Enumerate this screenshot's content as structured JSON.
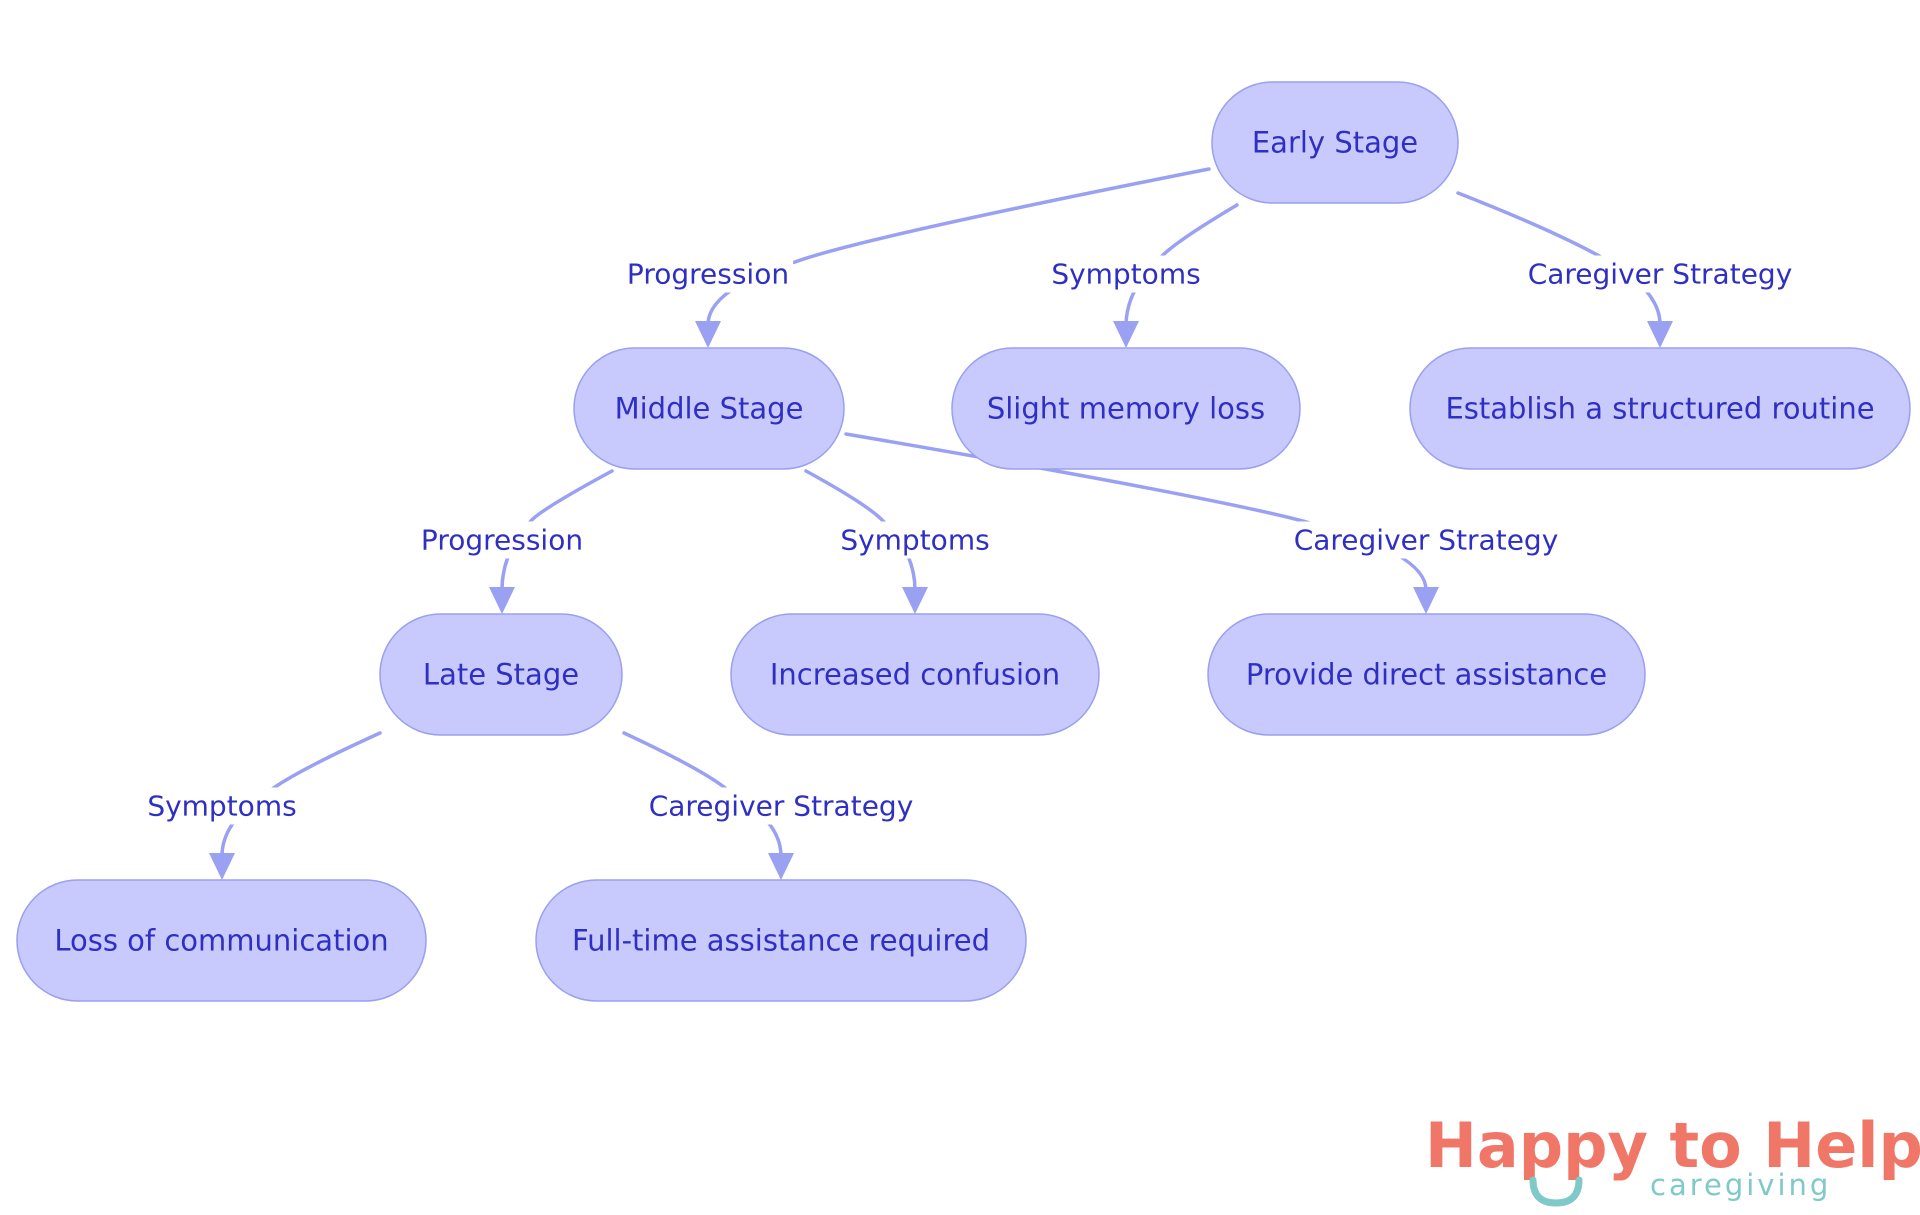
{
  "diagram": {
    "nodes": [
      {
        "id": "early",
        "label": "Early Stage"
      },
      {
        "id": "middle",
        "label": "Middle Stage"
      },
      {
        "id": "memory",
        "label": "Slight memory loss"
      },
      {
        "id": "routine",
        "label": "Establish a structured routine"
      },
      {
        "id": "late",
        "label": "Late Stage"
      },
      {
        "id": "confusion",
        "label": "Increased confusion"
      },
      {
        "id": "direct",
        "label": "Provide direct assistance"
      },
      {
        "id": "communication",
        "label": "Loss of communication"
      },
      {
        "id": "fulltime",
        "label": "Full-time assistance required"
      }
    ],
    "edges": [
      {
        "from": "early",
        "to": "middle",
        "label": "Progression"
      },
      {
        "from": "early",
        "to": "memory",
        "label": "Symptoms"
      },
      {
        "from": "early",
        "to": "routine",
        "label": "Caregiver Strategy"
      },
      {
        "from": "middle",
        "to": "late",
        "label": "Progression"
      },
      {
        "from": "middle",
        "to": "confusion",
        "label": "Symptoms"
      },
      {
        "from": "middle",
        "to": "direct",
        "label": "Caregiver Strategy"
      },
      {
        "from": "late",
        "to": "communication",
        "label": "Symptoms"
      },
      {
        "from": "late",
        "to": "fulltime",
        "label": "Caregiver Strategy"
      }
    ]
  },
  "logo": {
    "name": "Happy to Help",
    "tagline": "caregiving",
    "primary_color": "#f07767",
    "accent_color": "#7fc9c9"
  },
  "colors": {
    "node_fill": "#c8c9fc",
    "node_stroke": "#9a9ff0",
    "text": "#2f2fc3",
    "edge": "#9aa0f2"
  }
}
